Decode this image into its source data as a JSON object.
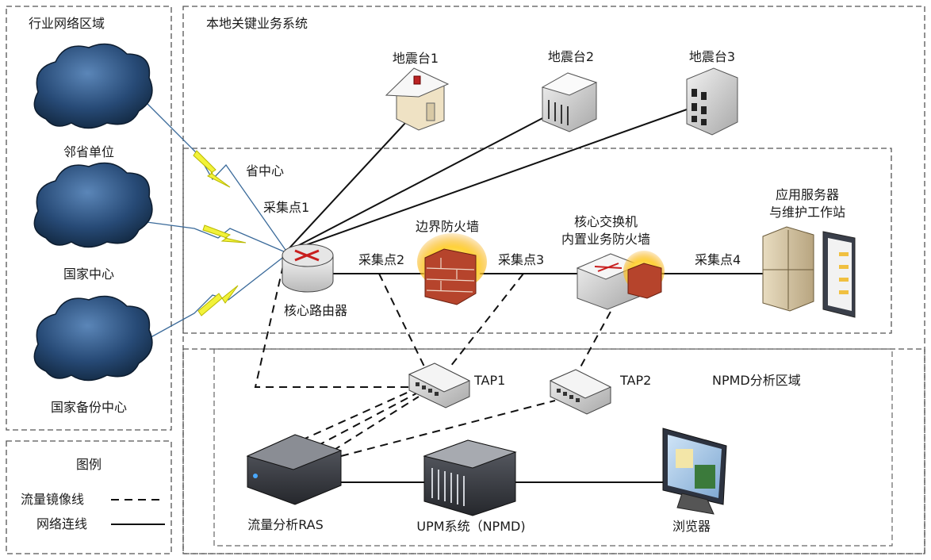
{
  "regions": {
    "industry": "行业网络区域",
    "local": "本地关键业务系统",
    "province": "省中心",
    "npmd": "NPMD分析区域"
  },
  "clouds": [
    "邻省单位",
    "国家中心",
    "国家备份中心"
  ],
  "stations": [
    "地震台1",
    "地震台2",
    "地震台3"
  ],
  "nodes": {
    "router": "核心路由器",
    "border_fw": "边界防火墙",
    "core_switch_1": "核心交换机",
    "core_switch_2": "内置业务防火墙",
    "app_server_1": "应用服务器",
    "app_server_2": "与维护工作站",
    "tap1": "TAP1",
    "tap2": "TAP2",
    "ras": "流量分析RAS",
    "upm": "UPM系统（NPMD)",
    "browser": "浏览器"
  },
  "collection_points": [
    "采集点1",
    "采集点2",
    "采集点3",
    "采集点4"
  ],
  "legend": {
    "title": "图例",
    "mirror": "流量镜像线",
    "network": "网络连线"
  }
}
